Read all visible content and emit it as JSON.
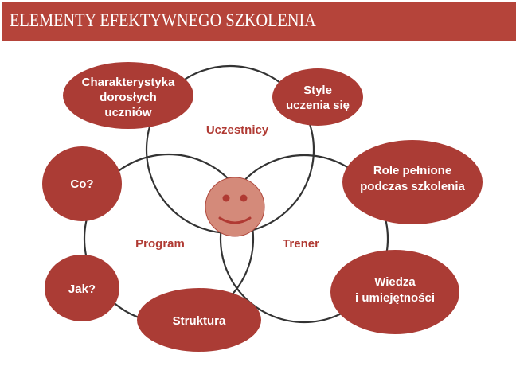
{
  "header": {
    "title": "ELEMENTY EFEKTYWNEGO SZKOLENIA"
  },
  "colors": {
    "header": "#b5443a",
    "node": "#ab3c35",
    "smiley": "#d48a7a",
    "circle": "#333333"
  },
  "sets": {
    "participants": "Uczestnicy",
    "program": "Program",
    "trainer": "Trener"
  },
  "nodes": {
    "characteristics": [
      "Charakterystyka",
      "dorosłych",
      "uczniów"
    ],
    "styles": [
      "Style",
      "uczenia się"
    ],
    "what": [
      "Co?"
    ],
    "roles": [
      "Role pełnione",
      "podczas szkolenia"
    ],
    "how": [
      "Jak?"
    ],
    "structure": [
      "Struktura"
    ],
    "knowledge": [
      "Wiedza",
      "i umiejętności"
    ]
  },
  "center_icon": "smiley-face-icon"
}
